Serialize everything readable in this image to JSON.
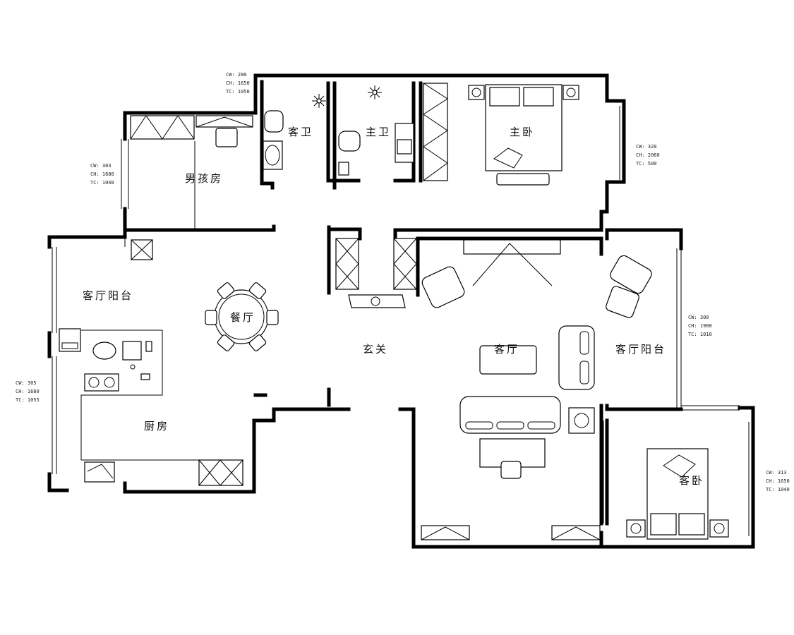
{
  "rooms": {
    "boy_room": "男孩房",
    "guest_bath": "客卫",
    "master_bath": "主卫",
    "master_bedroom": "主卧",
    "living_balcony_left": "客厅阳台",
    "dining": "餐厅",
    "entrance": "玄关",
    "living_room": "客厅",
    "living_balcony_right": "客厅阳台",
    "kitchen": "厨房",
    "guest_bedroom": "客卧"
  },
  "window_notes": {
    "guest_bath": [
      "CW: 280",
      "CH: 1650",
      "TC: 1050"
    ],
    "boy_room": [
      "CW: 303",
      "CH: 1680",
      "TC: 1040"
    ],
    "master_bedroom": [
      "CW: 320",
      "CH: 2060",
      "TC: 500"
    ],
    "living_balcony": [
      "CW: 300",
      "CH: 1900",
      "TC: 1010"
    ],
    "kitchen": [
      "CW: 305",
      "CH: 1680",
      "TC: 1055"
    ],
    "guest_bedroom": [
      "CW: 313",
      "CH: 1650",
      "TC: 1040"
    ]
  }
}
